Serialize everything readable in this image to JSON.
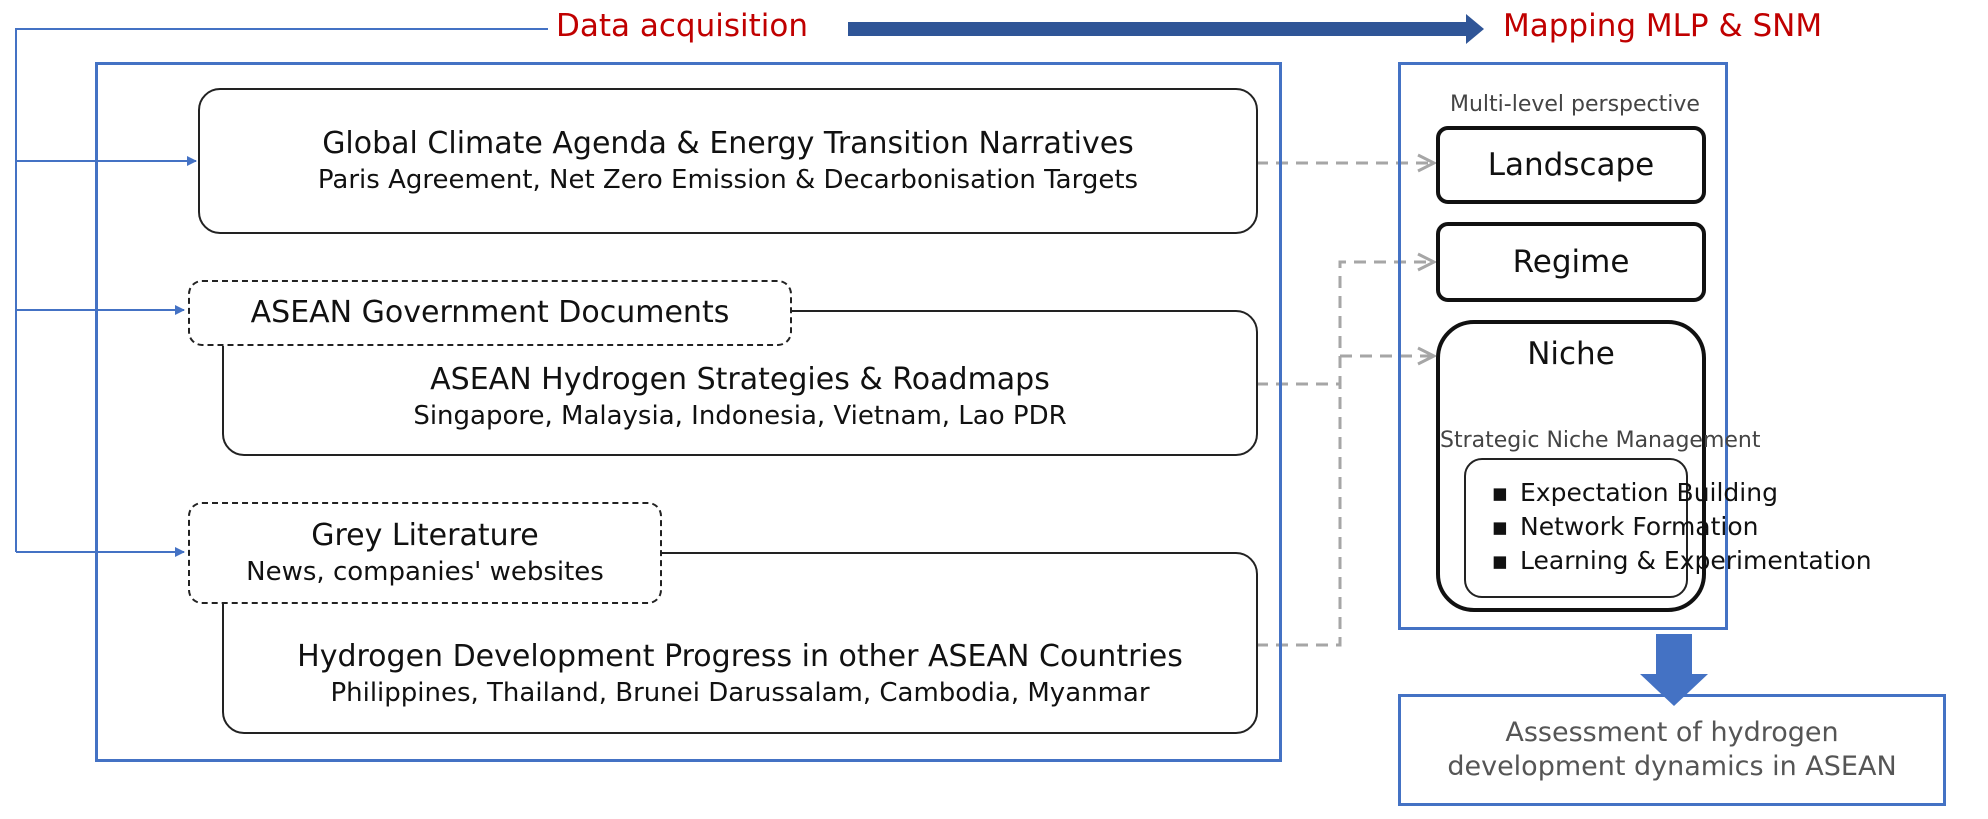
{
  "header": {
    "left": "Data acquisition",
    "right": "Mapping MLP & SNM"
  },
  "sources": {
    "global": {
      "title": "Global Climate Agenda & Energy Transition Narratives",
      "subtitle": "Paris Agreement, Net Zero Emission & Decarbonisation Targets"
    },
    "asean_gov": {
      "tag": "ASEAN Government Documents",
      "title": "ASEAN Hydrogen Strategies & Roadmaps",
      "subtitle": "Singapore, Malaysia, Indonesia, Vietnam, Lao PDR"
    },
    "grey": {
      "tag": "Grey Literature",
      "tag_sub": "News, companies' websites",
      "title": "Hydrogen Development Progress in other ASEAN Countries",
      "subtitle": "Philippines, Thailand, Brunei Darussalam, Cambodia, Myanmar"
    }
  },
  "mlp": {
    "caption": "Multi-level perspective",
    "landscape": "Landscape",
    "regime": "Regime",
    "niche": "Niche",
    "smn_caption": "Strategic Niche Management",
    "smn_items": [
      "Expectation Building",
      "Network Formation",
      "Learning & Experimentation"
    ]
  },
  "outcome": {
    "line1": "Assessment of hydrogen",
    "line2": "development dynamics in ASEAN"
  },
  "colors": {
    "frame": "#4472c4",
    "header": "#c00000",
    "dashed_arrow": "#a6a6a6",
    "niche_arrow": "#ffc000"
  }
}
